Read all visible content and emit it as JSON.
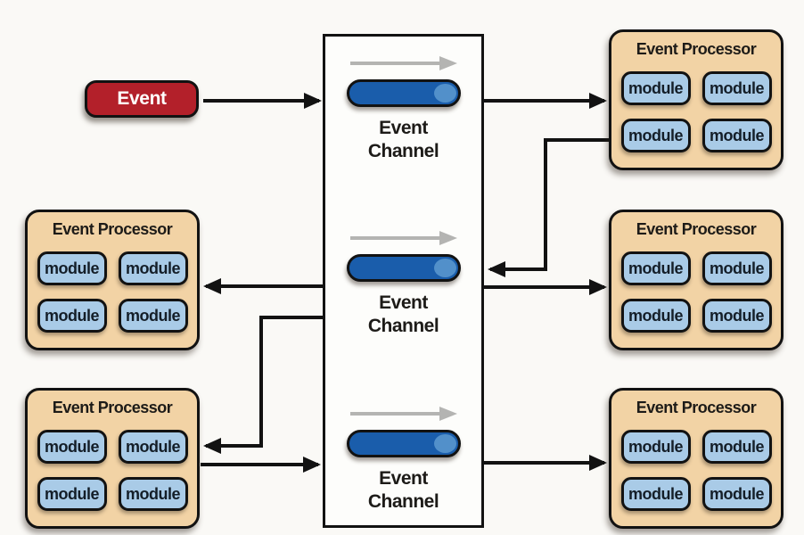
{
  "colors": {
    "background": "#faf9f6",
    "event_fill": "#b3202a",
    "event_text": "#ffffff",
    "processor_fill": "#f2d3a5",
    "module_fill": "#a9cbe7",
    "module_text": "#141e28",
    "channel_box_fill": "#fdfdfb",
    "channel_pill_fill": "#1a5dab",
    "channel_pill_cap": "#5290ca",
    "outline": "#121212",
    "arrow_black": "#121212",
    "arrow_gray": "#b4b4b2",
    "label_text": "#1d1b18"
  },
  "event": {
    "label": "Event"
  },
  "channel_box": {
    "channels": [
      {
        "line1": "Event",
        "line2": "Channel"
      },
      {
        "line1": "Event",
        "line2": "Channel"
      },
      {
        "line1": "Event",
        "line2": "Channel"
      }
    ]
  },
  "processors": [
    {
      "position": "left-middle",
      "title": "Event Processor",
      "modules": [
        "module",
        "module",
        "module",
        "module"
      ]
    },
    {
      "position": "left-bottom",
      "title": "Event Processor",
      "modules": [
        "module",
        "module",
        "module",
        "module"
      ]
    },
    {
      "position": "right-top",
      "title": "Event Processor",
      "modules": [
        "module",
        "module",
        "module",
        "module"
      ]
    },
    {
      "position": "right-middle",
      "title": "Event Processor",
      "modules": [
        "module",
        "module",
        "module",
        "module"
      ]
    },
    {
      "position": "right-bottom",
      "title": "Event Processor",
      "modules": [
        "module",
        "module",
        "module",
        "module"
      ]
    }
  ]
}
